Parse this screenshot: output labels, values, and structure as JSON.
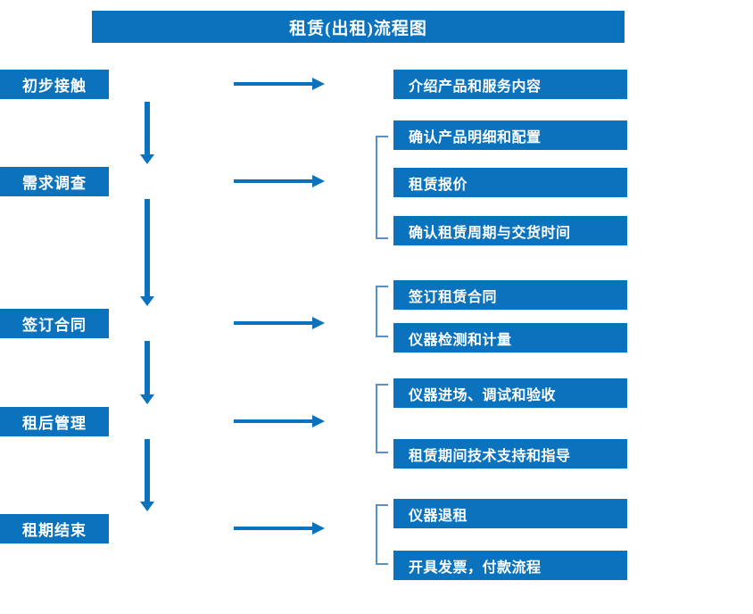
{
  "diagram": {
    "title": "租赁(出租)流程图",
    "accent_color": "#0B72BE",
    "bracket_color": "#5B8FC4",
    "text_color": "#FFFFFF",
    "background_color": "#FFFFFF"
  },
  "stages": [
    {
      "label": "初步接触"
    },
    {
      "label": "需求调查"
    },
    {
      "label": "签订合同"
    },
    {
      "label": "租后管理"
    },
    {
      "label": "租期结束"
    }
  ],
  "details": [
    {
      "label": "介绍产品和服务内容"
    },
    {
      "label": "确认产品明细和配置"
    },
    {
      "label": "租赁报价"
    },
    {
      "label": "确认租赁周期与交货时间"
    },
    {
      "label": "签订租赁合同"
    },
    {
      "label": "仪器检测和计量"
    },
    {
      "label": "仪器进场、调试和验收"
    },
    {
      "label": "租赁期间技术支持和指导"
    },
    {
      "label": "仪器退租"
    },
    {
      "label": "开具发票，付款流程"
    }
  ]
}
